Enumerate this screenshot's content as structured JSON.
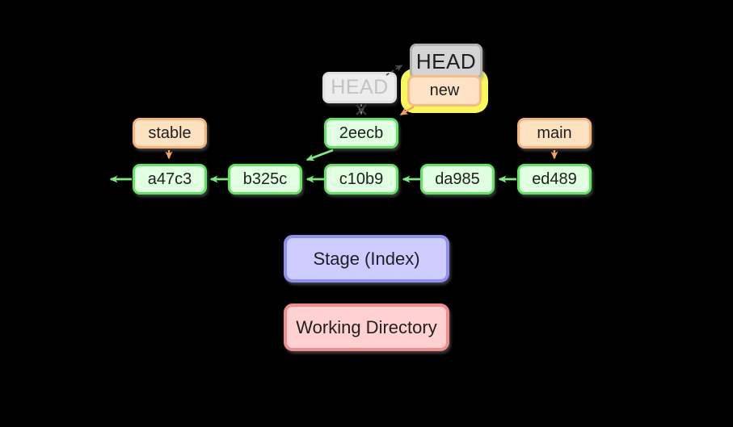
{
  "diagram": {
    "type": "git-commit-graph",
    "background": "#000000",
    "pointers": {
      "head_current": {
        "label": "HEAD",
        "style": "active-gray"
      },
      "head_previous": {
        "label": "HEAD",
        "style": "faded-gray",
        "note": "crossed-out link to 2eecb"
      }
    },
    "branches": {
      "new": {
        "label": "new",
        "highlighted": true,
        "points_to": "2eecb"
      },
      "stable": {
        "label": "stable",
        "points_to": "a47c3"
      },
      "main": {
        "label": "main",
        "points_to": "ed489"
      }
    },
    "commits": {
      "c_2eecb": {
        "label": "2eecb"
      },
      "c_a47c3": {
        "label": "a47c3"
      },
      "c_b325c": {
        "label": "b325c"
      },
      "c_c10b9": {
        "label": "c10b9"
      },
      "c_da985": {
        "label": "da985"
      },
      "c_ed489": {
        "label": "ed489"
      }
    },
    "areas": {
      "stage": {
        "label": "Stage (Index)"
      },
      "working_directory": {
        "label": "Working Directory"
      }
    },
    "edges": [
      {
        "from": "a47c3",
        "to": "older-history-offscreen",
        "color": "green"
      },
      {
        "from": "b325c",
        "to": "a47c3",
        "color": "green"
      },
      {
        "from": "c10b9",
        "to": "b325c",
        "color": "green"
      },
      {
        "from": "da985",
        "to": "c10b9",
        "color": "green"
      },
      {
        "from": "ed489",
        "to": "da985",
        "color": "green"
      },
      {
        "from": "2eecb",
        "to": "b325c",
        "color": "green"
      },
      {
        "from": "stable",
        "to": "a47c3",
        "color": "orange"
      },
      {
        "from": "main",
        "to": "ed489",
        "color": "orange"
      },
      {
        "from": "new",
        "to": "2eecb",
        "color": "orange"
      },
      {
        "from": "HEAD-faded",
        "to": "HEAD",
        "color": "dark-gray",
        "style": "dashed"
      },
      {
        "from": "HEAD-faded",
        "to": "2eecb",
        "color": "gray",
        "style": "dashed-crossed-out"
      }
    ],
    "colors": {
      "commit_fill": "#e1ffe1",
      "commit_border": "#5fe65f",
      "branch_fill": "#fde2c2",
      "branch_border": "#f8b478",
      "arrow_green": "#7dea7d",
      "arrow_orange": "#f8a15c",
      "head_fill": "#d4d4d4",
      "head_border": "#b2b2b2",
      "faded_fill": "#ededed",
      "faded_text": "#c3c3c3",
      "highlight_yellow": "#f8f858",
      "stage_fill": "#ccccff",
      "stage_border": "#8f8fee",
      "working_fill": "#ffd1d1",
      "working_border": "#f18d8d"
    }
  }
}
